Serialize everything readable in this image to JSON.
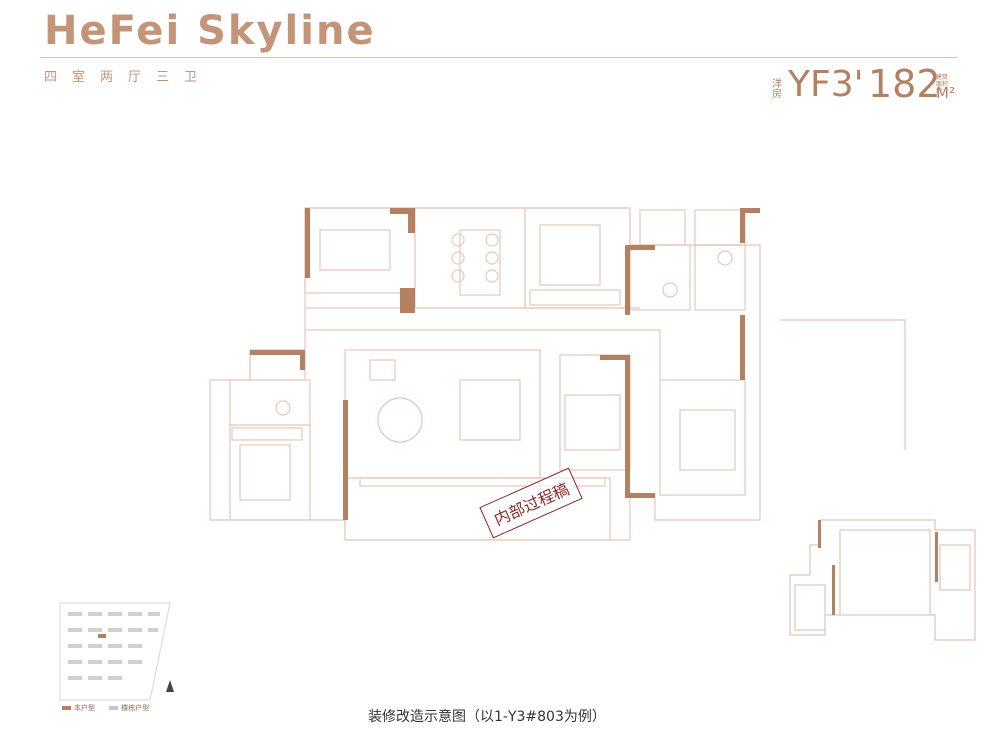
{
  "header": {
    "title": "HeFei Skyline",
    "subtitle": "四室两厅三卫"
  },
  "unit_info": {
    "category": "洋房",
    "code": "YF3'",
    "area": "182",
    "area_note": "建筑面积约",
    "area_unit": "M²"
  },
  "floor_plan": {
    "stamp": "内部过程稿",
    "caption": "装修改造示意图（以1-Y3#803为例）"
  },
  "site_plan": {
    "legend": [
      {
        "label": "本户型",
        "color": "#b48062"
      },
      {
        "label": "楼栋户型",
        "color": "#c8c8c8"
      }
    ]
  }
}
